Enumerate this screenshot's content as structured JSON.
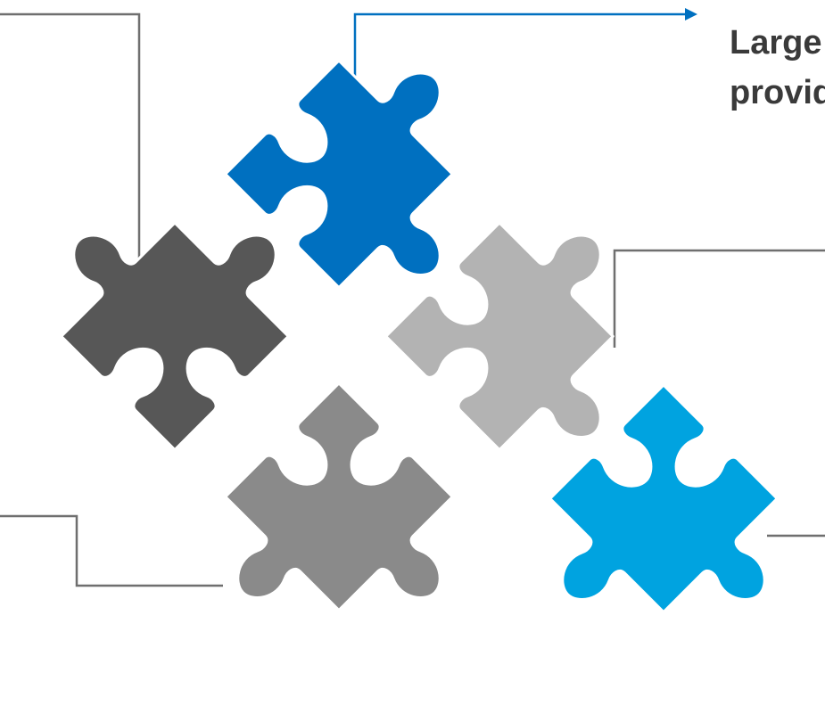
{
  "callouts": {
    "top_right": {
      "line1": "Large",
      "line2": "provid"
    }
  },
  "pieces": [
    {
      "name": "puzzle-piece-blue",
      "color": "#0070c0"
    },
    {
      "name": "puzzle-piece-dark-gray",
      "color": "#575757"
    },
    {
      "name": "puzzle-piece-light-gray",
      "color": "#b3b3b3"
    },
    {
      "name": "puzzle-piece-medium-gray",
      "color": "#8a8a8a"
    },
    {
      "name": "puzzle-piece-light-blue",
      "color": "#00a3e0"
    }
  ],
  "colors": {
    "connector_gray": "#6f6f6f",
    "connector_blue": "#0070c0",
    "text": "#3a3a3a",
    "outline": "#ffffff"
  }
}
